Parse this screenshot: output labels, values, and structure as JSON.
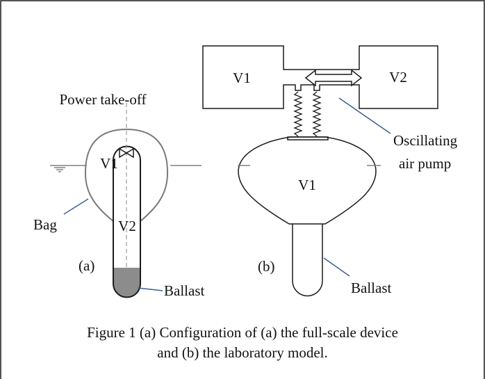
{
  "colors": {
    "line": "#1a1a1a",
    "bag": "#7a7a7a",
    "leader": "#3b5f93",
    "ballast_fill": "#8c8c8c",
    "water": "#808080",
    "centerline": "#8a8a8a"
  },
  "labels": {
    "power_take_off": "Power take-off",
    "v1_left": "V1",
    "v2_left": "V2",
    "bag": "Bag",
    "a": "(a)",
    "ballast_left": "Ballast",
    "v1_box": "V1",
    "v2_box": "V2",
    "oscillating": "Oscillating",
    "air_pump": "air pump",
    "v1_right": "V1",
    "b": "(b)",
    "ballast_right": "Ballast"
  },
  "caption": {
    "line1": "Figure 1 (a) Configuration of (a) the full-scale device",
    "line2": "and (b) the laboratory model."
  }
}
